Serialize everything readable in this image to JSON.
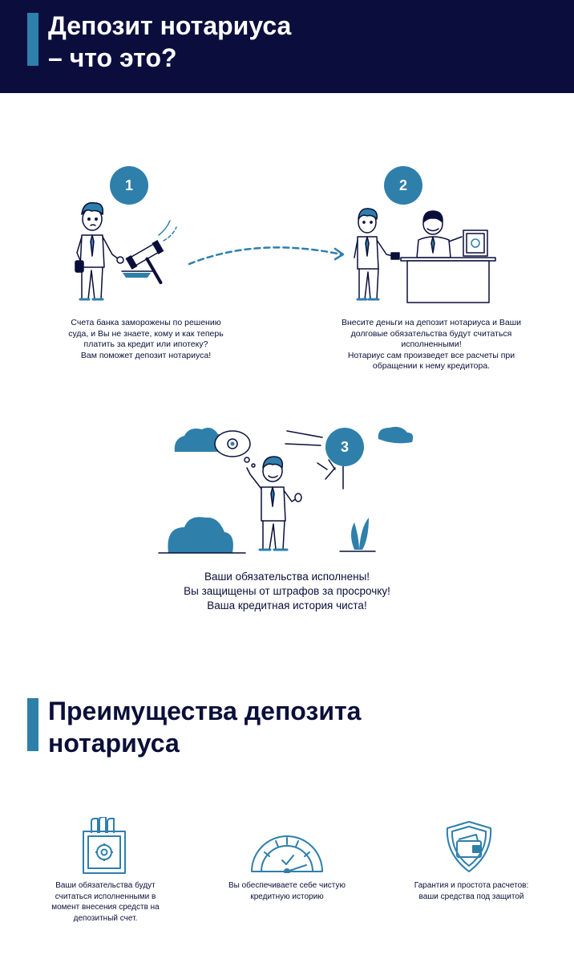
{
  "header": {
    "title_line1": "Депозит нотариуса",
    "title_line2": "– что это?"
  },
  "steps": [
    {
      "number": "1",
      "lines": [
        "Счета банка заморожены по решению",
        "суда, и Вы не знаете, кому и как теперь",
        "платить за кредит или ипотеку?",
        "Вам поможет депозит нотариуса!"
      ]
    },
    {
      "number": "2",
      "lines": [
        "Внесите деньги на депозит нотариуса и Ваши",
        "долговые обязательства будут считаться",
        "исполненными!",
        "Нотариус сам произведет все расчеты при",
        "обращении к нему кредитора."
      ]
    },
    {
      "number": "3",
      "lines": [
        "Ваши обязательства исполнены!",
        "Вы защищены от штрафов за просрочку!",
        "Ваша кредитная история чиста!"
      ]
    }
  ],
  "advantages": {
    "title_line1": "Преимущества депозита",
    "title_line2": "нотариуса",
    "items": [
      {
        "icon": "safe-bag-icon",
        "lines": [
          "Ваши обязательства будут",
          "считаться исполненными в",
          "момент внесения средств на",
          "депозитный счет."
        ]
      },
      {
        "icon": "speedometer-icon",
        "lines": [
          "Вы обеспечиваете себе чистую",
          "кредитную историю"
        ]
      },
      {
        "icon": "wallet-shield-icon",
        "lines": [
          "Гарантия и простота расчетов:",
          "ваши средства под защитой"
        ]
      }
    ]
  },
  "colors": {
    "navy": "#0b0e3d",
    "accent": "#2f7fab"
  }
}
